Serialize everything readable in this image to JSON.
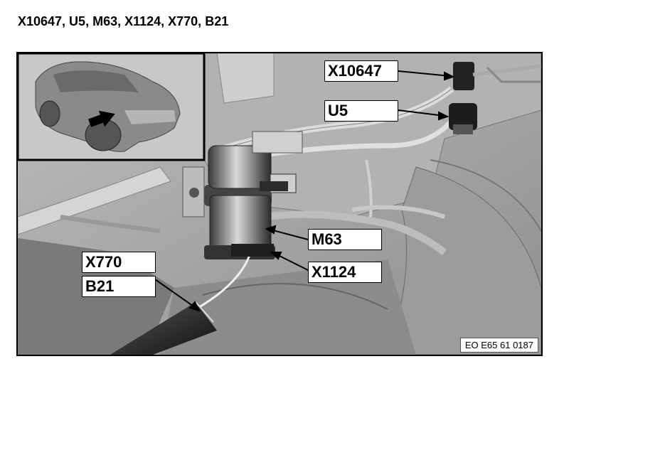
{
  "title": "X10647, U5, M63, X1124, X770, B21",
  "labels": {
    "x10647": "X10647",
    "u5": "U5",
    "m63": "M63",
    "x1124": "X1124",
    "x770": "X770",
    "b21": "B21"
  },
  "figure_code": "EO E65 61 0187",
  "icons": {
    "inset_vehicle": "car-location-inset-icon",
    "inset_arrow": "location-arrow-icon"
  }
}
